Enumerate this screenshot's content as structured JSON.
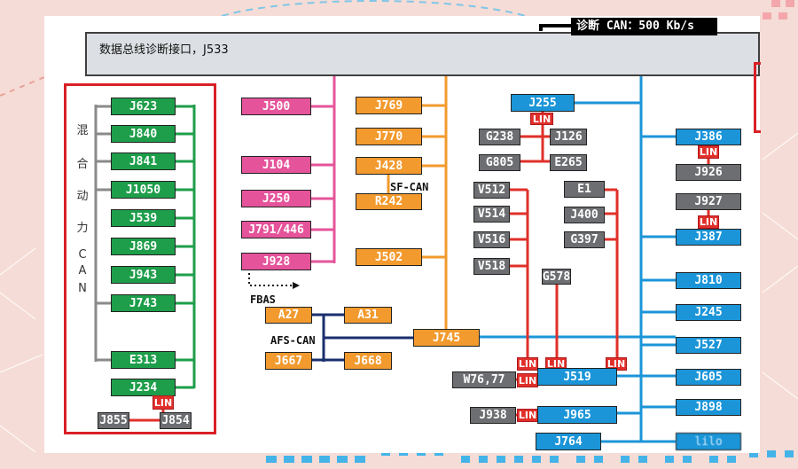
{
  "bus_title": "数据总线诊断接口，J533",
  "diag_can_label": "诊断 CAN：500 Kb/s",
  "hybrid_can_chars": [
    "混",
    "合",
    "动",
    "力",
    "C",
    "A",
    "N"
  ],
  "fbas_label": "FBAS",
  "afs_can_label": "AFS-CAN",
  "sf_can_label": "SF-CAN",
  "lin_text": "LIN",
  "colors": {
    "hybrid_can": "#1e9e4a",
    "pink_bus": "#e5549a",
    "orange_bus": "#f29a2e",
    "blue_bus": "#1b95d8",
    "afs_bus": "#1a2f6e",
    "lin": "#e0302a",
    "gray_module": "#6d6e71",
    "highlight_frame": "#d92027"
  },
  "nodes": {
    "green": [
      "J623",
      "J840",
      "J841",
      "J1050",
      "J539",
      "J869",
      "J943",
      "J743",
      "E313",
      "J234"
    ],
    "hybrid_lin": [
      "J855",
      "J854"
    ],
    "pink": [
      "J500",
      "J104",
      "J250",
      "J791/446",
      "J928"
    ],
    "orange": [
      "J769",
      "J770",
      "J428",
      "R242",
      "J502",
      "J745"
    ],
    "afs": [
      "A27",
      "A31",
      "J667",
      "J668"
    ],
    "gray": [
      "G238",
      "J126",
      "G805",
      "E265",
      "V512",
      "V514",
      "V516",
      "V518",
      "E1",
      "J400",
      "G397",
      "G578",
      "W76,77",
      "J938",
      "J926",
      "J927"
    ],
    "blue": [
      "J255",
      "J519",
      "J965",
      "J764",
      "J386",
      "J387",
      "J810",
      "J245",
      "J527",
      "J605",
      "J898"
    ],
    "blue_blurred_text": "lilo"
  }
}
